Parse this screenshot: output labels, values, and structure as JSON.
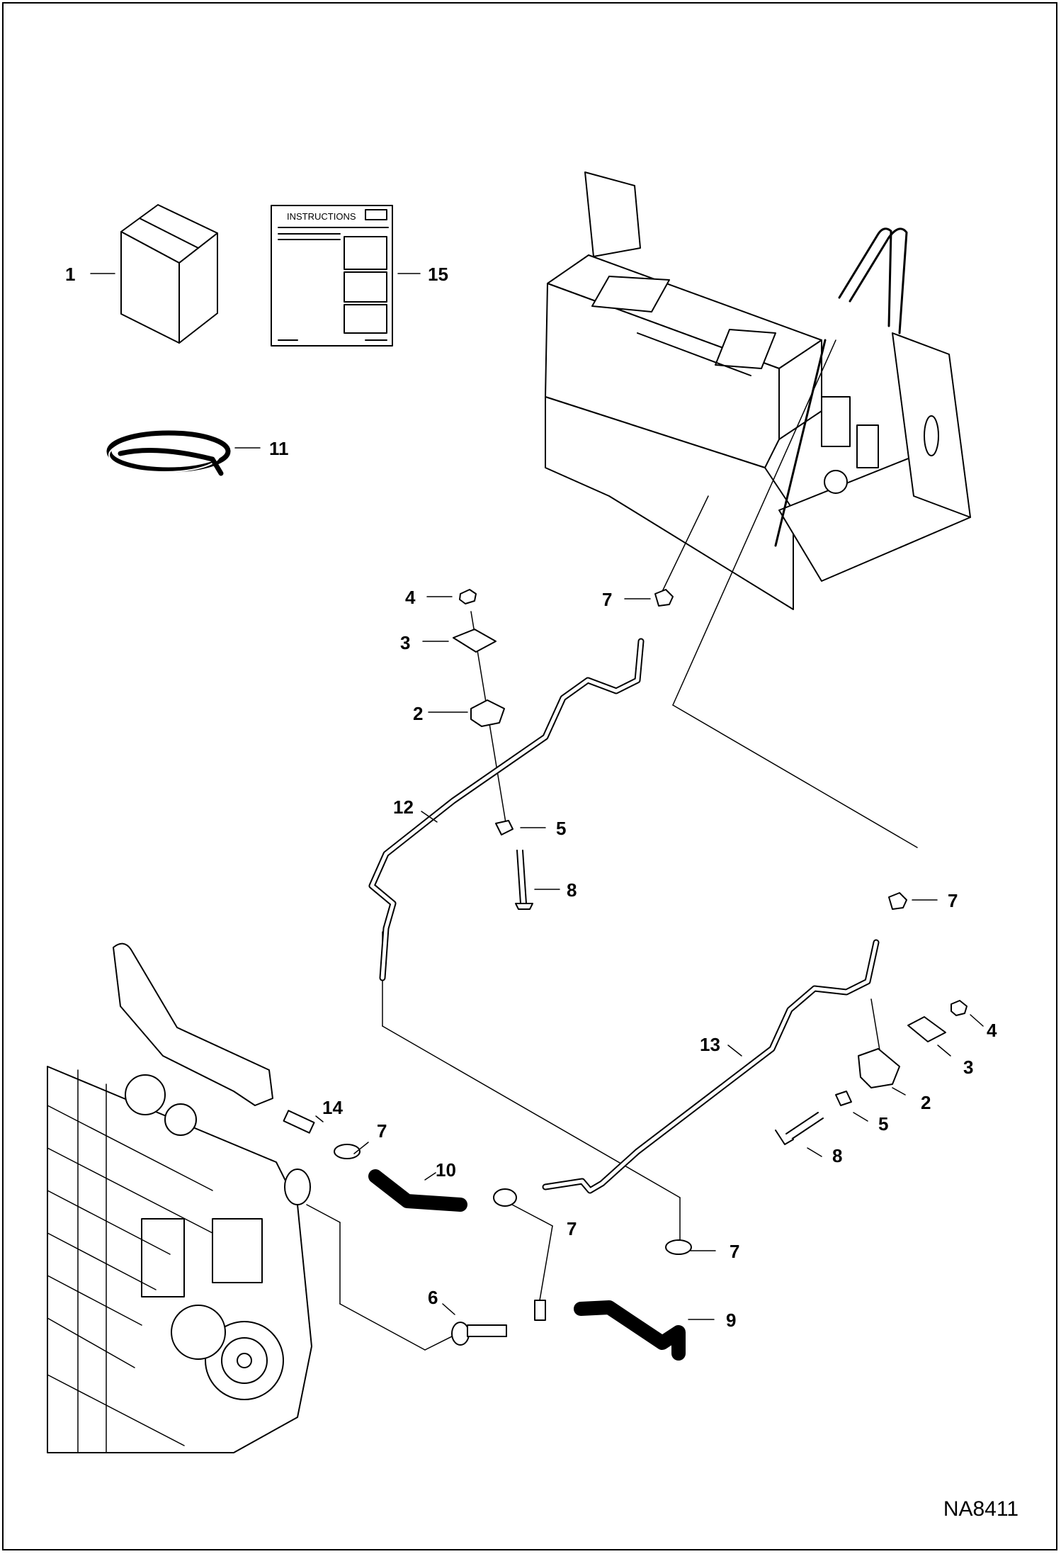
{
  "diagram": {
    "reference_code": "NA8411",
    "instructions_sheet_title": "INSTRUCTIONS",
    "callouts": {
      "c1": "1",
      "c15": "15",
      "c11": "11",
      "c4a": "4",
      "c3a": "3",
      "c2a": "2",
      "c12": "12",
      "c5a": "5",
      "c8a": "8",
      "c7a": "7",
      "c7b": "7",
      "c13": "13",
      "c4b": "4",
      "c3b": "3",
      "c2b": "2",
      "c5b": "5",
      "c8b": "8",
      "c14": "14",
      "c7c": "7",
      "c10": "10",
      "c7d": "7",
      "c7e": "7",
      "c6": "6",
      "c9": "9"
    }
  }
}
